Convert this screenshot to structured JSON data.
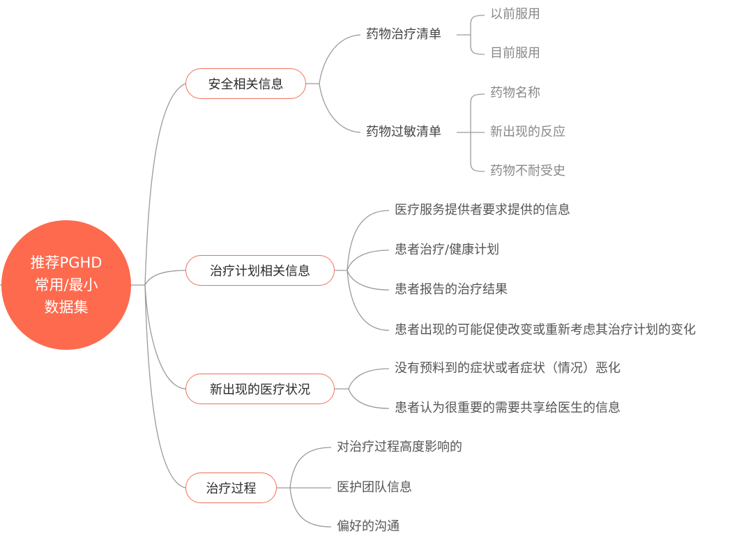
{
  "diagram": {
    "type": "mindmap",
    "colors": {
      "root_fill": "#FD6A4E",
      "root_text": "#FFFFFF",
      "branch_border": "#F0705A",
      "connector": "#999999"
    },
    "root": {
      "lines": [
        "推荐PGHD",
        "常用/最小",
        "数据集"
      ]
    },
    "branches": [
      {
        "label": "安全相关信息",
        "children": [
          {
            "label": "药物治疗清单",
            "children": [
              "以前服用",
              "目前服用"
            ]
          },
          {
            "label": "药物过敏清单",
            "children": [
              "药物名称",
              "新出现的反应",
              "药物不耐受史"
            ]
          }
        ]
      },
      {
        "label": "治疗计划相关信息",
        "children": [
          "医疗服务提供者要求提供的信息",
          "患者治疗/健康计划",
          "患者报告的治疗结果",
          "患者出现的可能促使改变或重新考虑其治疗计划的变化"
        ]
      },
      {
        "label": "新出现的医疗状况",
        "children": [
          "没有预料到的症状或者症状（情况）恶化",
          "患者认为很重要的需要共享给医生的信息"
        ]
      },
      {
        "label": "治疗过程",
        "children": [
          "对治疗过程高度影响的",
          "医护团队信息",
          "偏好的沟通"
        ]
      }
    ]
  }
}
